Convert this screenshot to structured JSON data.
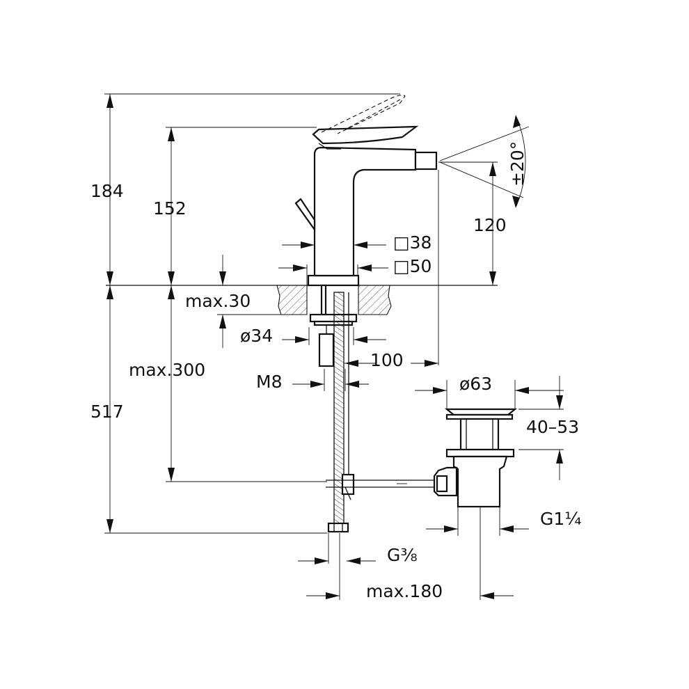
{
  "dimensions": {
    "total_height": "184",
    "lever_height": "152",
    "spout_height": "120",
    "spray_angle": "±20°",
    "body_width": "□38",
    "base_width": "□50",
    "deck_thickness": "max.30",
    "hole_diameter": "ø34",
    "spout_reach": "100",
    "below_deck_max": "max.300",
    "total_below": "517",
    "stud_thread": "M8",
    "waste_diameter": "ø63",
    "waste_adjust": "40–53",
    "waste_thread": "G1¼",
    "hose_thread": "G⅜",
    "waste_offset": "max.180"
  }
}
